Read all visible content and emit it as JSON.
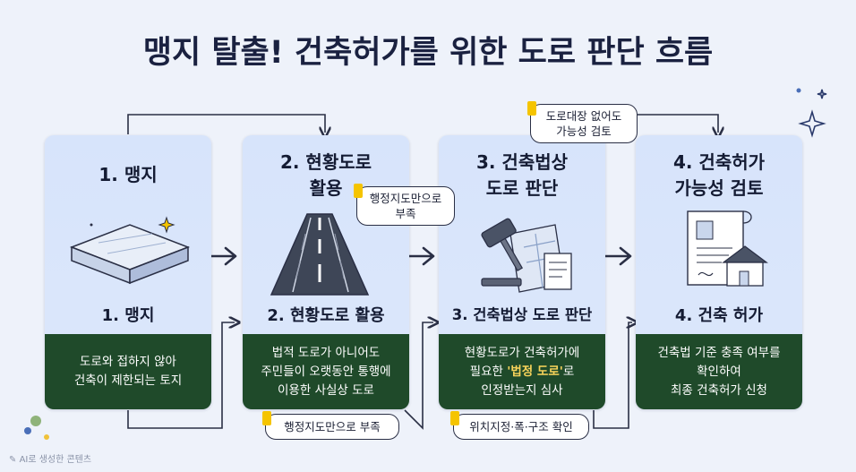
{
  "title": "맹지 탈출! 건축허가를 위한 도로 판단 흐름",
  "steps": [
    {
      "head": "1. 맹지",
      "sub": "1. 맹지",
      "desc_lines": [
        "도로와 접하지 않아",
        "건축이 제한되는 토지"
      ],
      "icon": "land-plot-icon"
    },
    {
      "head_lines": [
        "2. 현황도로",
        "활용"
      ],
      "sub": "2. 현황도로 활용",
      "desc_lines": [
        "법적 도로가 아니어도",
        "주민들이 오랫동안 통행에",
        "이용한 사실상 도로"
      ],
      "icon": "road-icon"
    },
    {
      "head_lines": [
        "3. 건축법상",
        "도로 판단"
      ],
      "sub": "3. 건축법상 도로 판단",
      "desc_line1": "현황도로가 건축허가에",
      "desc_pre": "필요한 ",
      "desc_hl": "'법정 도로'",
      "desc_post": "로",
      "desc_line3": "인정받는지 심사",
      "icon": "gavel-map-icon"
    },
    {
      "head_lines": [
        "4. 건축허가",
        "가능성 검토"
      ],
      "sub": "4. 건축 허가",
      "desc_lines": [
        "건축법 기준 충족 여부를",
        "확인하여",
        "최종 건축허가 신청"
      ],
      "icon": "permit-document-house-icon"
    }
  ],
  "bubbles": {
    "card2_note_lines": [
      "행정지도만으로",
      "부족"
    ],
    "bottom_left": "행정지도만으로 부족",
    "top_right_lines": [
      "도로대장 없어도",
      "가능성 검토"
    ],
    "bottom_right": "위치지정·폭·구조 확인"
  },
  "watermark": "AI로 생성한 콘텐츠",
  "colors": {
    "background": "#eef2fa",
    "card": "#d9e5fb",
    "card_footer": "#1f4a2a",
    "highlight": "#f7d35a",
    "tag": "#f5c400"
  }
}
